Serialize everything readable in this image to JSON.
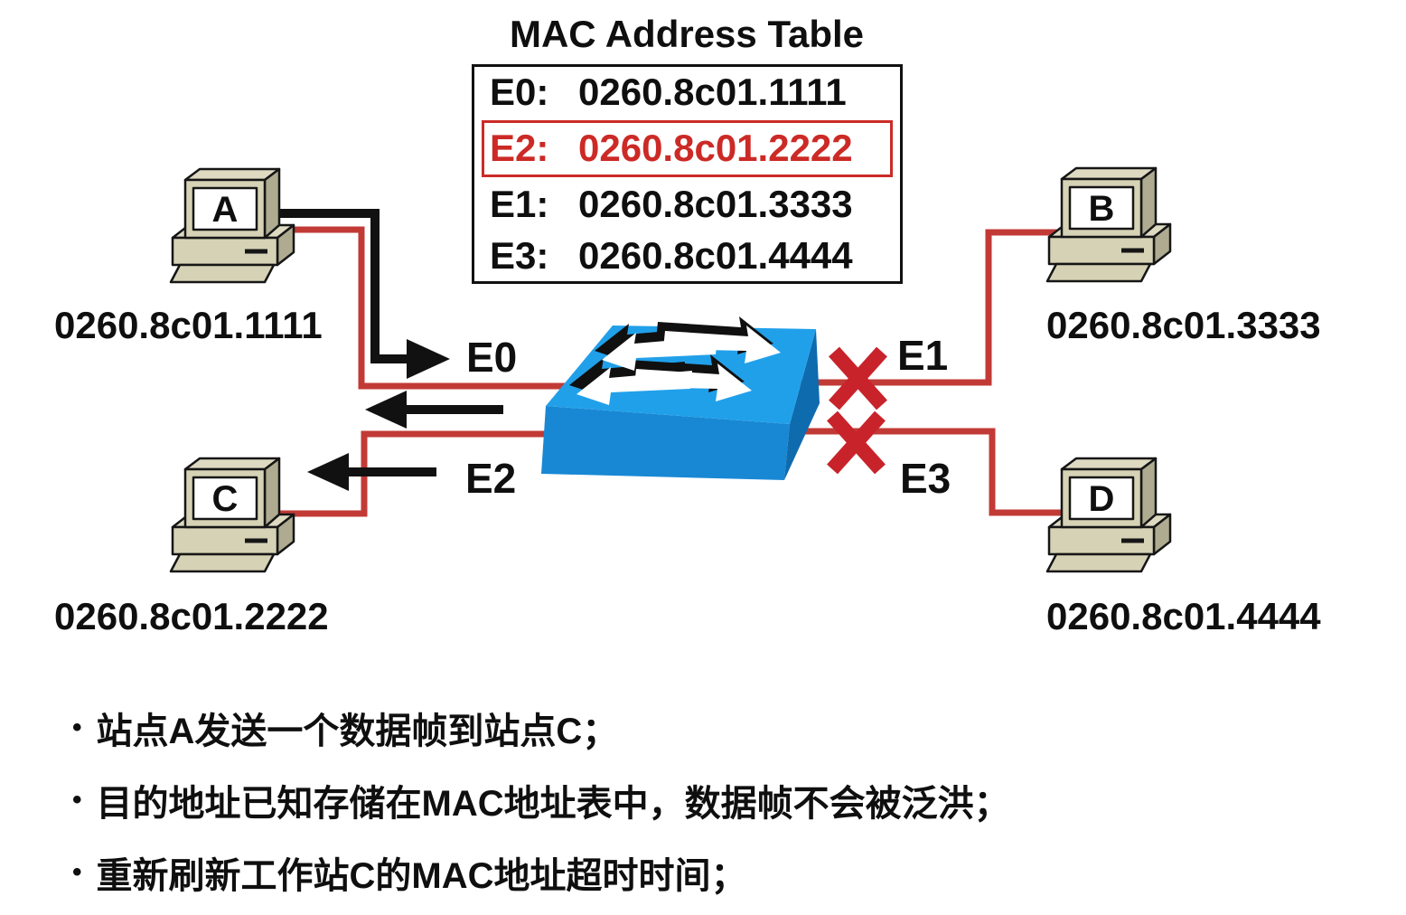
{
  "diagram": {
    "mac_table": {
      "title": "MAC Address Table",
      "rows": [
        {
          "port": "E0:",
          "address": "0260.8c01.1111",
          "highlighted": false
        },
        {
          "port": "E2:",
          "address": "0260.8c01.2222",
          "highlighted": true
        },
        {
          "port": "E1:",
          "address": "0260.8c01.3333",
          "highlighted": false
        },
        {
          "port": "E3:",
          "address": "0260.8c01.4444",
          "highlighted": false
        }
      ]
    },
    "computers": [
      {
        "letter": "A",
        "mac": "0260.8c01.1111",
        "position": "top-left"
      },
      {
        "letter": "B",
        "mac": "0260.8c01.3333",
        "position": "top-right"
      },
      {
        "letter": "C",
        "mac": "0260.8c01.2222",
        "position": "bottom-left"
      },
      {
        "letter": "D",
        "mac": "0260.8c01.4444",
        "position": "bottom-right"
      }
    ],
    "switch_ports": {
      "e0": "E0",
      "e1": "E1",
      "e2": "E2",
      "e3": "E3"
    },
    "blocked_ports": [
      "E1",
      "E3"
    ],
    "colors": {
      "link_red": "#c23a36",
      "blocked_x_red": "#c8232b",
      "highlight_red": "#cc2a26",
      "switch_top": "#21a0ea",
      "switch_front": "#1888d4",
      "switch_side": "#0e6bae",
      "pc_beige": "#d6d2b6"
    }
  },
  "notes": {
    "bullet_char": "•",
    "items": [
      "站点A发送一个数据帧到站点C；",
      "目的地址已知存储在MAC地址表中，数据帧不会被泛洪；",
      "重新刷新工作站C的MAC地址超时时间；"
    ]
  }
}
